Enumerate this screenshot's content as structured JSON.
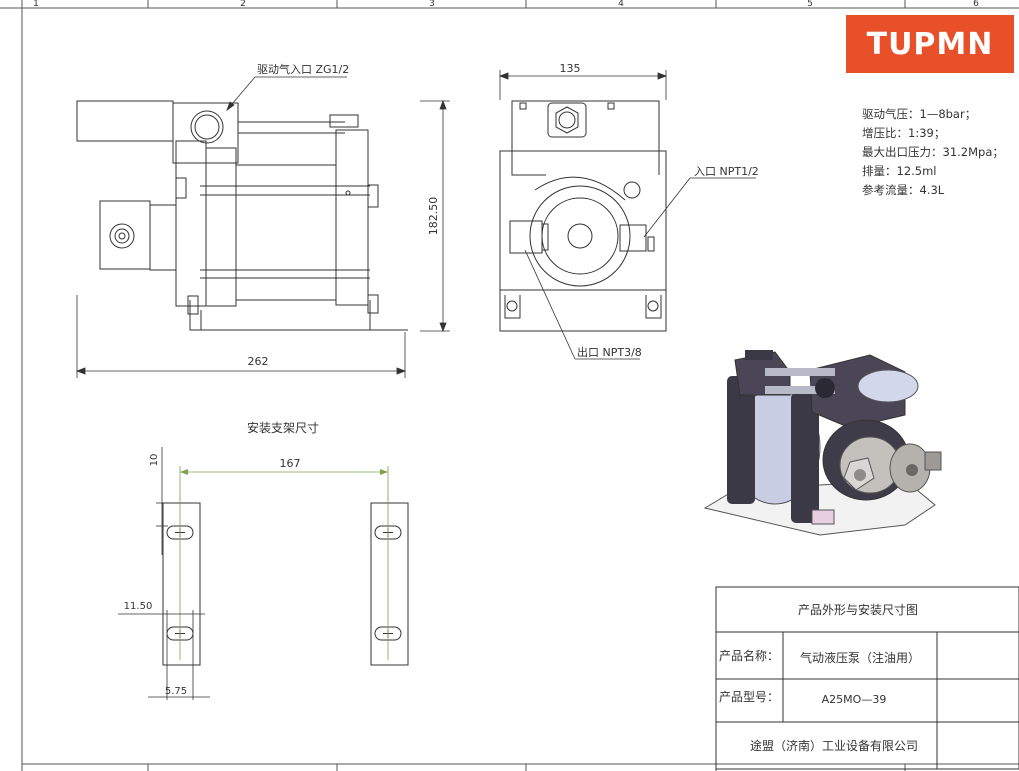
{
  "frame": {
    "cols": [
      "1",
      "2",
      "3",
      "4",
      "5",
      "6"
    ]
  },
  "logo": {
    "text": "TUPMN",
    "color": "#e8502a"
  },
  "specs": [
    "驱动气压：1—8bar；",
    "增压比：1:39；",
    "最大出口压力：31.2Mpa；",
    "排量：12.5ml",
    "参考流量：4.3L"
  ],
  "front_view": {
    "drive_air_inlet": "驱动气入口 ZG1/2",
    "dim_width": "262",
    "dim_height": "182.50"
  },
  "side_view": {
    "dim_width": "135",
    "inlet": "入口 NPT1/2",
    "outlet": "出口 NPT3/8"
  },
  "bracket": {
    "title": "安装支架尺寸",
    "dim_spacing": "167",
    "dim_top": "10",
    "dim_left": "11.50",
    "dim_slot": "5.75"
  },
  "title_block": {
    "heading": "产品外形与安装尺寸图",
    "name_label": "产品名称：",
    "name_value": "气动液压泵（注油用）",
    "model_label": "产品型号：",
    "model_value": "A25MO—39",
    "company": "途盟（济南）工业设备有限公司"
  }
}
